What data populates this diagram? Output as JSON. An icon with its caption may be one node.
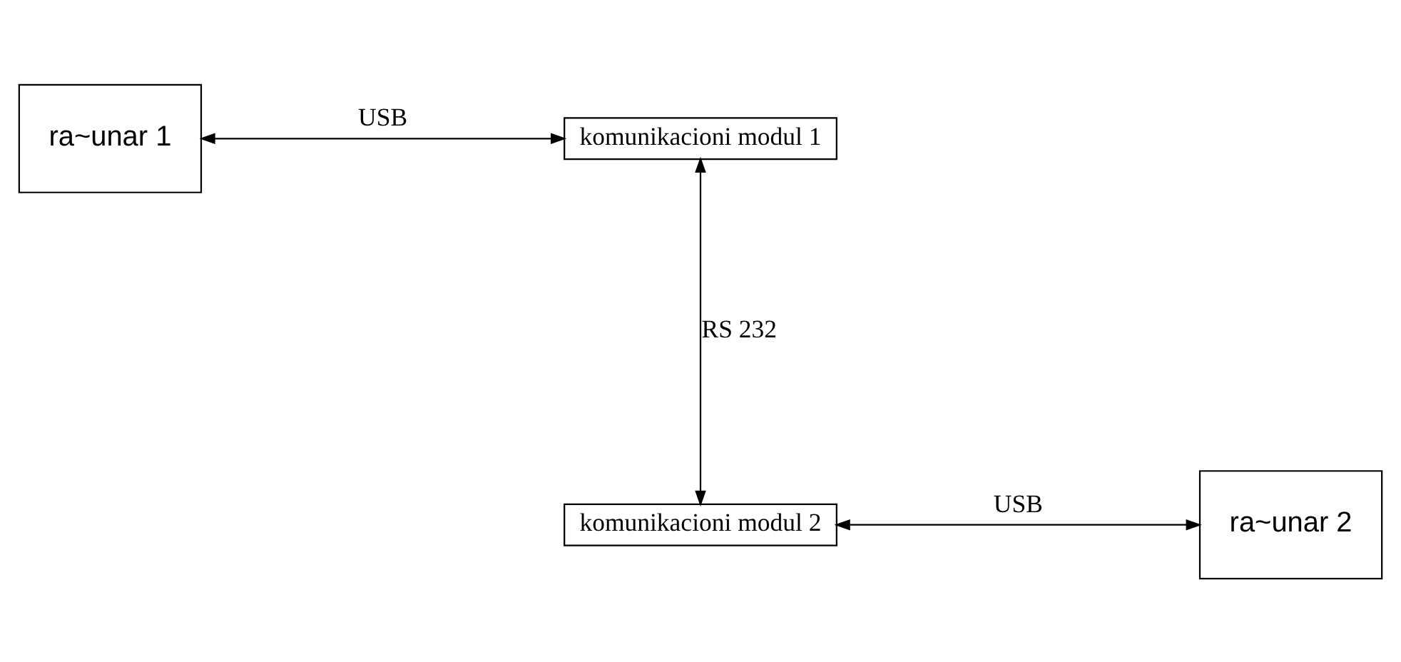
{
  "diagram": {
    "nodes": [
      {
        "text": [
          "ra~unar 1"
        ]
      },
      {
        "text": [
          "komunikacioni modul 1"
        ]
      },
      {
        "text": [
          "komunikacioni modul 2"
        ]
      },
      {
        "text": [
          "ra~unar 2"
        ]
      }
    ],
    "edges": [
      {
        "from": 0,
        "to": 1,
        "arrow": "both",
        "label": "USB"
      },
      {
        "from": 1,
        "to": 2,
        "arrow": "both",
        "label": "RS 232"
      },
      {
        "from": 2,
        "to": 3,
        "arrow": "both",
        "label": "USB"
      }
    ]
  }
}
